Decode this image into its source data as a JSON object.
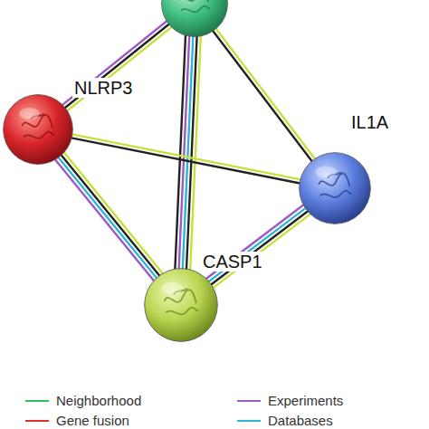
{
  "diagram": {
    "nodes": [
      {
        "text": []
      },
      {
        "text": [
          "NLRP3"
        ]
      },
      {
        "text": [
          "IL1A"
        ]
      },
      {
        "text": [
          "CASP1"
        ]
      }
    ],
    "edges": [
      {
        "from": 0,
        "to": 1,
        "arrow": "none"
      },
      {
        "from": 0,
        "to": 2,
        "arrow": "none"
      },
      {
        "from": 0,
        "to": 3,
        "arrow": "none"
      },
      {
        "from": 1,
        "to": 2,
        "arrow": "none"
      },
      {
        "from": 1,
        "to": 3,
        "arrow": "none"
      },
      {
        "from": 2,
        "to": 3,
        "arrow": "none"
      }
    ],
    "legend": [
      {
        "text": "Neighborhood"
      },
      {
        "text": "Experiments"
      },
      {
        "text": "Gene fusion"
      },
      {
        "text": "Databases"
      }
    ]
  }
}
